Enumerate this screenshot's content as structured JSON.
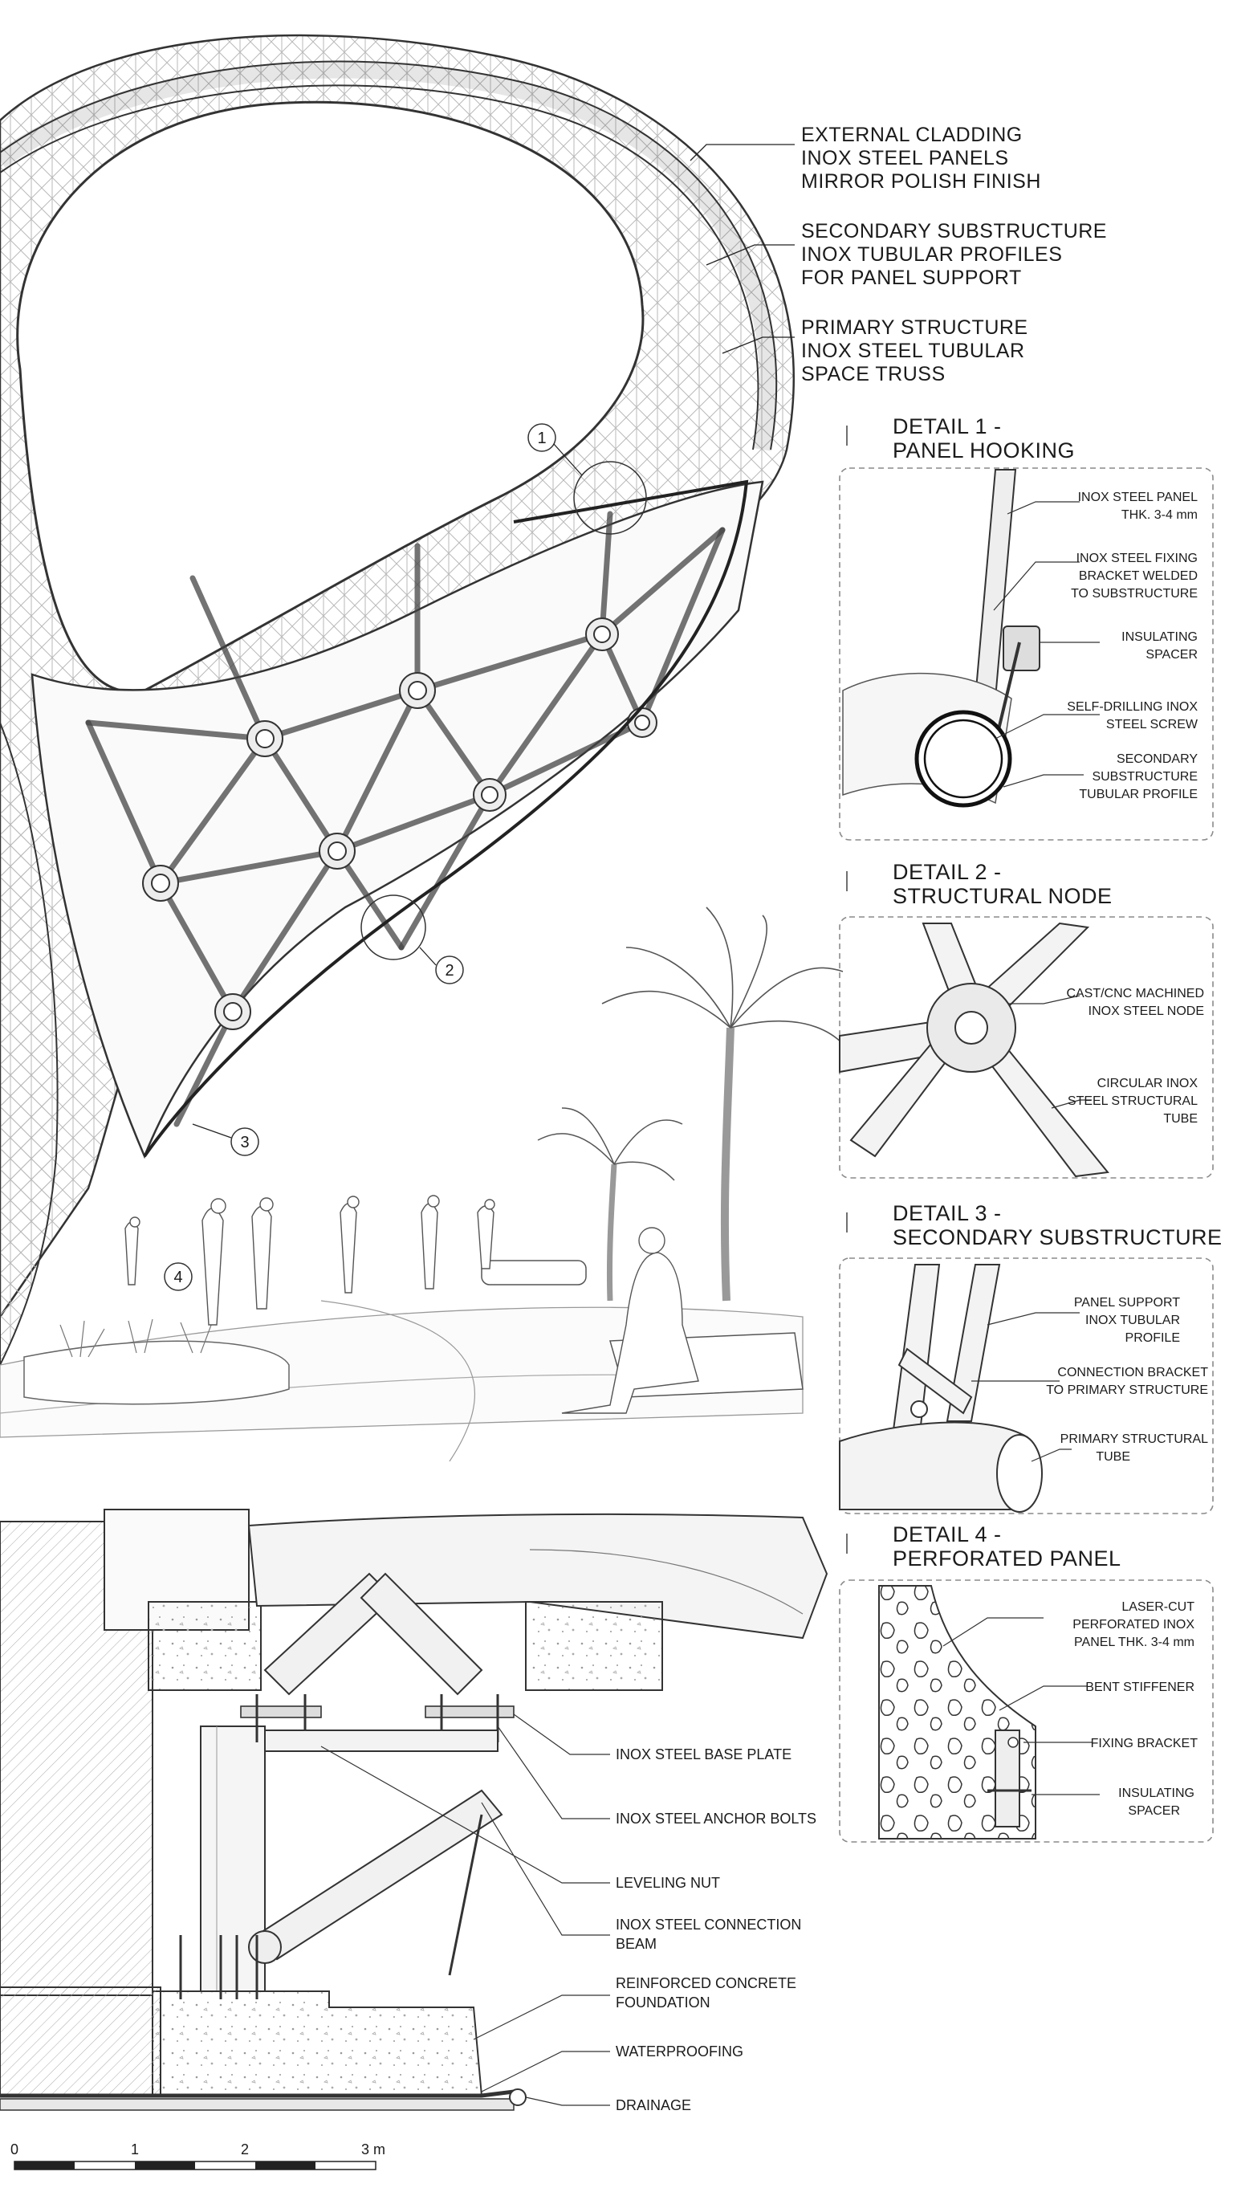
{
  "main_labels": [
    [
      "EXTERNAL CLADDING",
      "INOX STEEL PANELS",
      "MIRROR POLISH FINISH"
    ],
    [
      "SECONDARY SUBSTRUCTURE",
      "INOX TUBULAR PROFILES",
      "FOR PANEL SUPPORT"
    ],
    [
      "PRIMARY STRUCTURE",
      "INOX STEEL TUBULAR",
      "SPACE TRUSS"
    ]
  ],
  "callouts": [
    "1",
    "2",
    "3",
    "4"
  ],
  "details": [
    {
      "title": [
        "DETAIL 1 -",
        "PANEL HOOKING"
      ],
      "labels": [
        [
          "INOX STEEL PANEL",
          "THK. 3-4 mm"
        ],
        [
          "INOX STEEL FIXING",
          "BRACKET WELDED",
          "TO SUBSTRUCTURE"
        ],
        [
          "INSULATING",
          "SPACER"
        ],
        [
          "SELF-DRILLING INOX",
          "STEEL SCREW"
        ],
        [
          "SECONDARY",
          "SUBSTRUCTURE",
          "TUBULAR PROFILE"
        ]
      ]
    },
    {
      "title": [
        "DETAIL 2 -",
        "STRUCTURAL NODE"
      ],
      "labels": [
        [
          "CAST/CNC MACHINED",
          "INOX STEEL NODE"
        ],
        [
          "CIRCULAR INOX",
          "STEEL STRUCTURAL",
          "TUBE"
        ]
      ]
    },
    {
      "title": [
        "DETAIL 3 -",
        "SECONDARY SUBSTRUCTURE"
      ],
      "labels": [
        [
          "PANEL SUPPORT",
          "INOX TUBULAR",
          "PROFILE"
        ],
        [
          "CONNECTION BRACKET",
          "TO PRIMARY STRUCTURE"
        ],
        [
          "PRIMARY STRUCTURAL",
          "TUBE"
        ]
      ]
    },
    {
      "title": [
        "DETAIL 4 -",
        "PERFORATED PANEL"
      ],
      "labels": [
        [
          "LASER-CUT",
          "PERFORATED INOX",
          "PANEL THK. 3-4 mm"
        ],
        [
          "BENT STIFFENER"
        ],
        [
          "FIXING BRACKET"
        ],
        [
          "INSULATING",
          "SPACER"
        ]
      ]
    }
  ],
  "foundation_labels": [
    [
      "INOX STEEL BASE PLATE"
    ],
    [
      "INOX STEEL ANCHOR BOLTS"
    ],
    [
      "LEVELING NUT"
    ],
    [
      "INOX STEEL CONNECTION",
      "BEAM"
    ],
    [
      "REINFORCED CONCRETE",
      "FOUNDATION"
    ],
    [
      "WATERPROOFING"
    ],
    [
      "DRAINAGE"
    ]
  ],
  "scale_bar": {
    "ticks": [
      "0",
      "1",
      "2",
      "3 m"
    ]
  }
}
